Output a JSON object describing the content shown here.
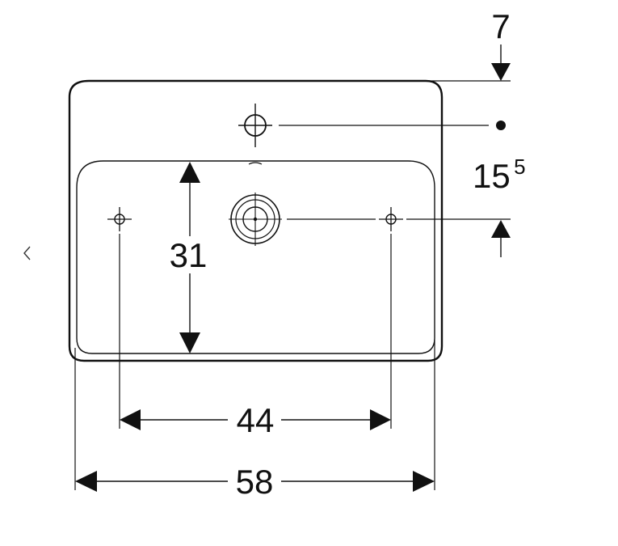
{
  "navigation": {
    "prev_icon": "chevron-left-icon"
  },
  "dimensions": {
    "top_offset": "7",
    "tap_offset_main": "15",
    "tap_offset_sup": "5",
    "bowl_depth": "31",
    "mount_spacing": "44",
    "overall_width": "58"
  },
  "colors": {
    "line": "#111111",
    "background": "#ffffff"
  }
}
